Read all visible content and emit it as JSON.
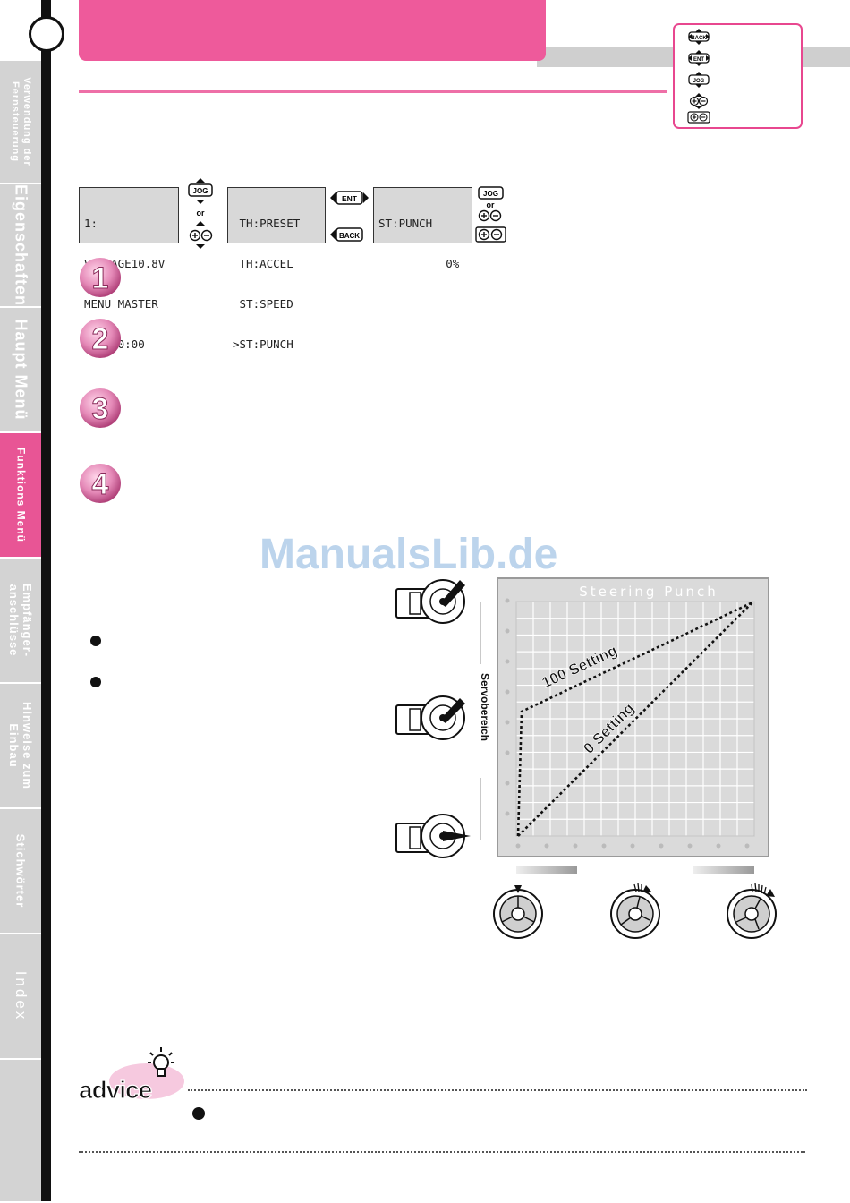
{
  "sidebar": {
    "tabs": [
      {
        "label": "Verwendung der\nFernsteuerung"
      },
      {
        "label": "Eigenschaften"
      },
      {
        "label": "Haupt Menü"
      },
      {
        "label": "Funktions Menü"
      },
      {
        "label": "Empfänger-\nanschlüsse"
      },
      {
        "label": "Hinweise zum\nEinbau"
      },
      {
        "label": "Stichwörter"
      },
      {
        "label": "Index"
      }
    ]
  },
  "legend": {
    "buttons": [
      "BACK",
      "ENT",
      "JOG"
    ]
  },
  "lcd_screens": [
    {
      "lines": [
        "1:",
        "VOLTAGE10.8V",
        "MENU MASTER",
        "OPT 00:00"
      ]
    },
    {
      "lines": [
        " TH:PRESET",
        " TH:ACCEL",
        " ST:SPEED",
        ">ST:PUNCH"
      ]
    },
    {
      "lines": [
        "ST:PUNCH",
        "          0%",
        "",
        ""
      ]
    }
  ],
  "keys": {
    "jog": "JOG",
    "or": "or",
    "ent": "ENT",
    "back": "BACK"
  },
  "steps": [
    "1",
    "2",
    "3",
    "4"
  ],
  "watermark": "ManualsLib.de",
  "graph": {
    "title": "Steering Punch",
    "line_100": "100 Setting",
    "line_0": "0 Setting",
    "servo_axis_label": "Servobereich"
  },
  "advice": {
    "label": "advice"
  },
  "colors": {
    "accent_pink": "#ee5a9b",
    "tab_gray": "#d3d3d3",
    "spine": "#111111"
  }
}
